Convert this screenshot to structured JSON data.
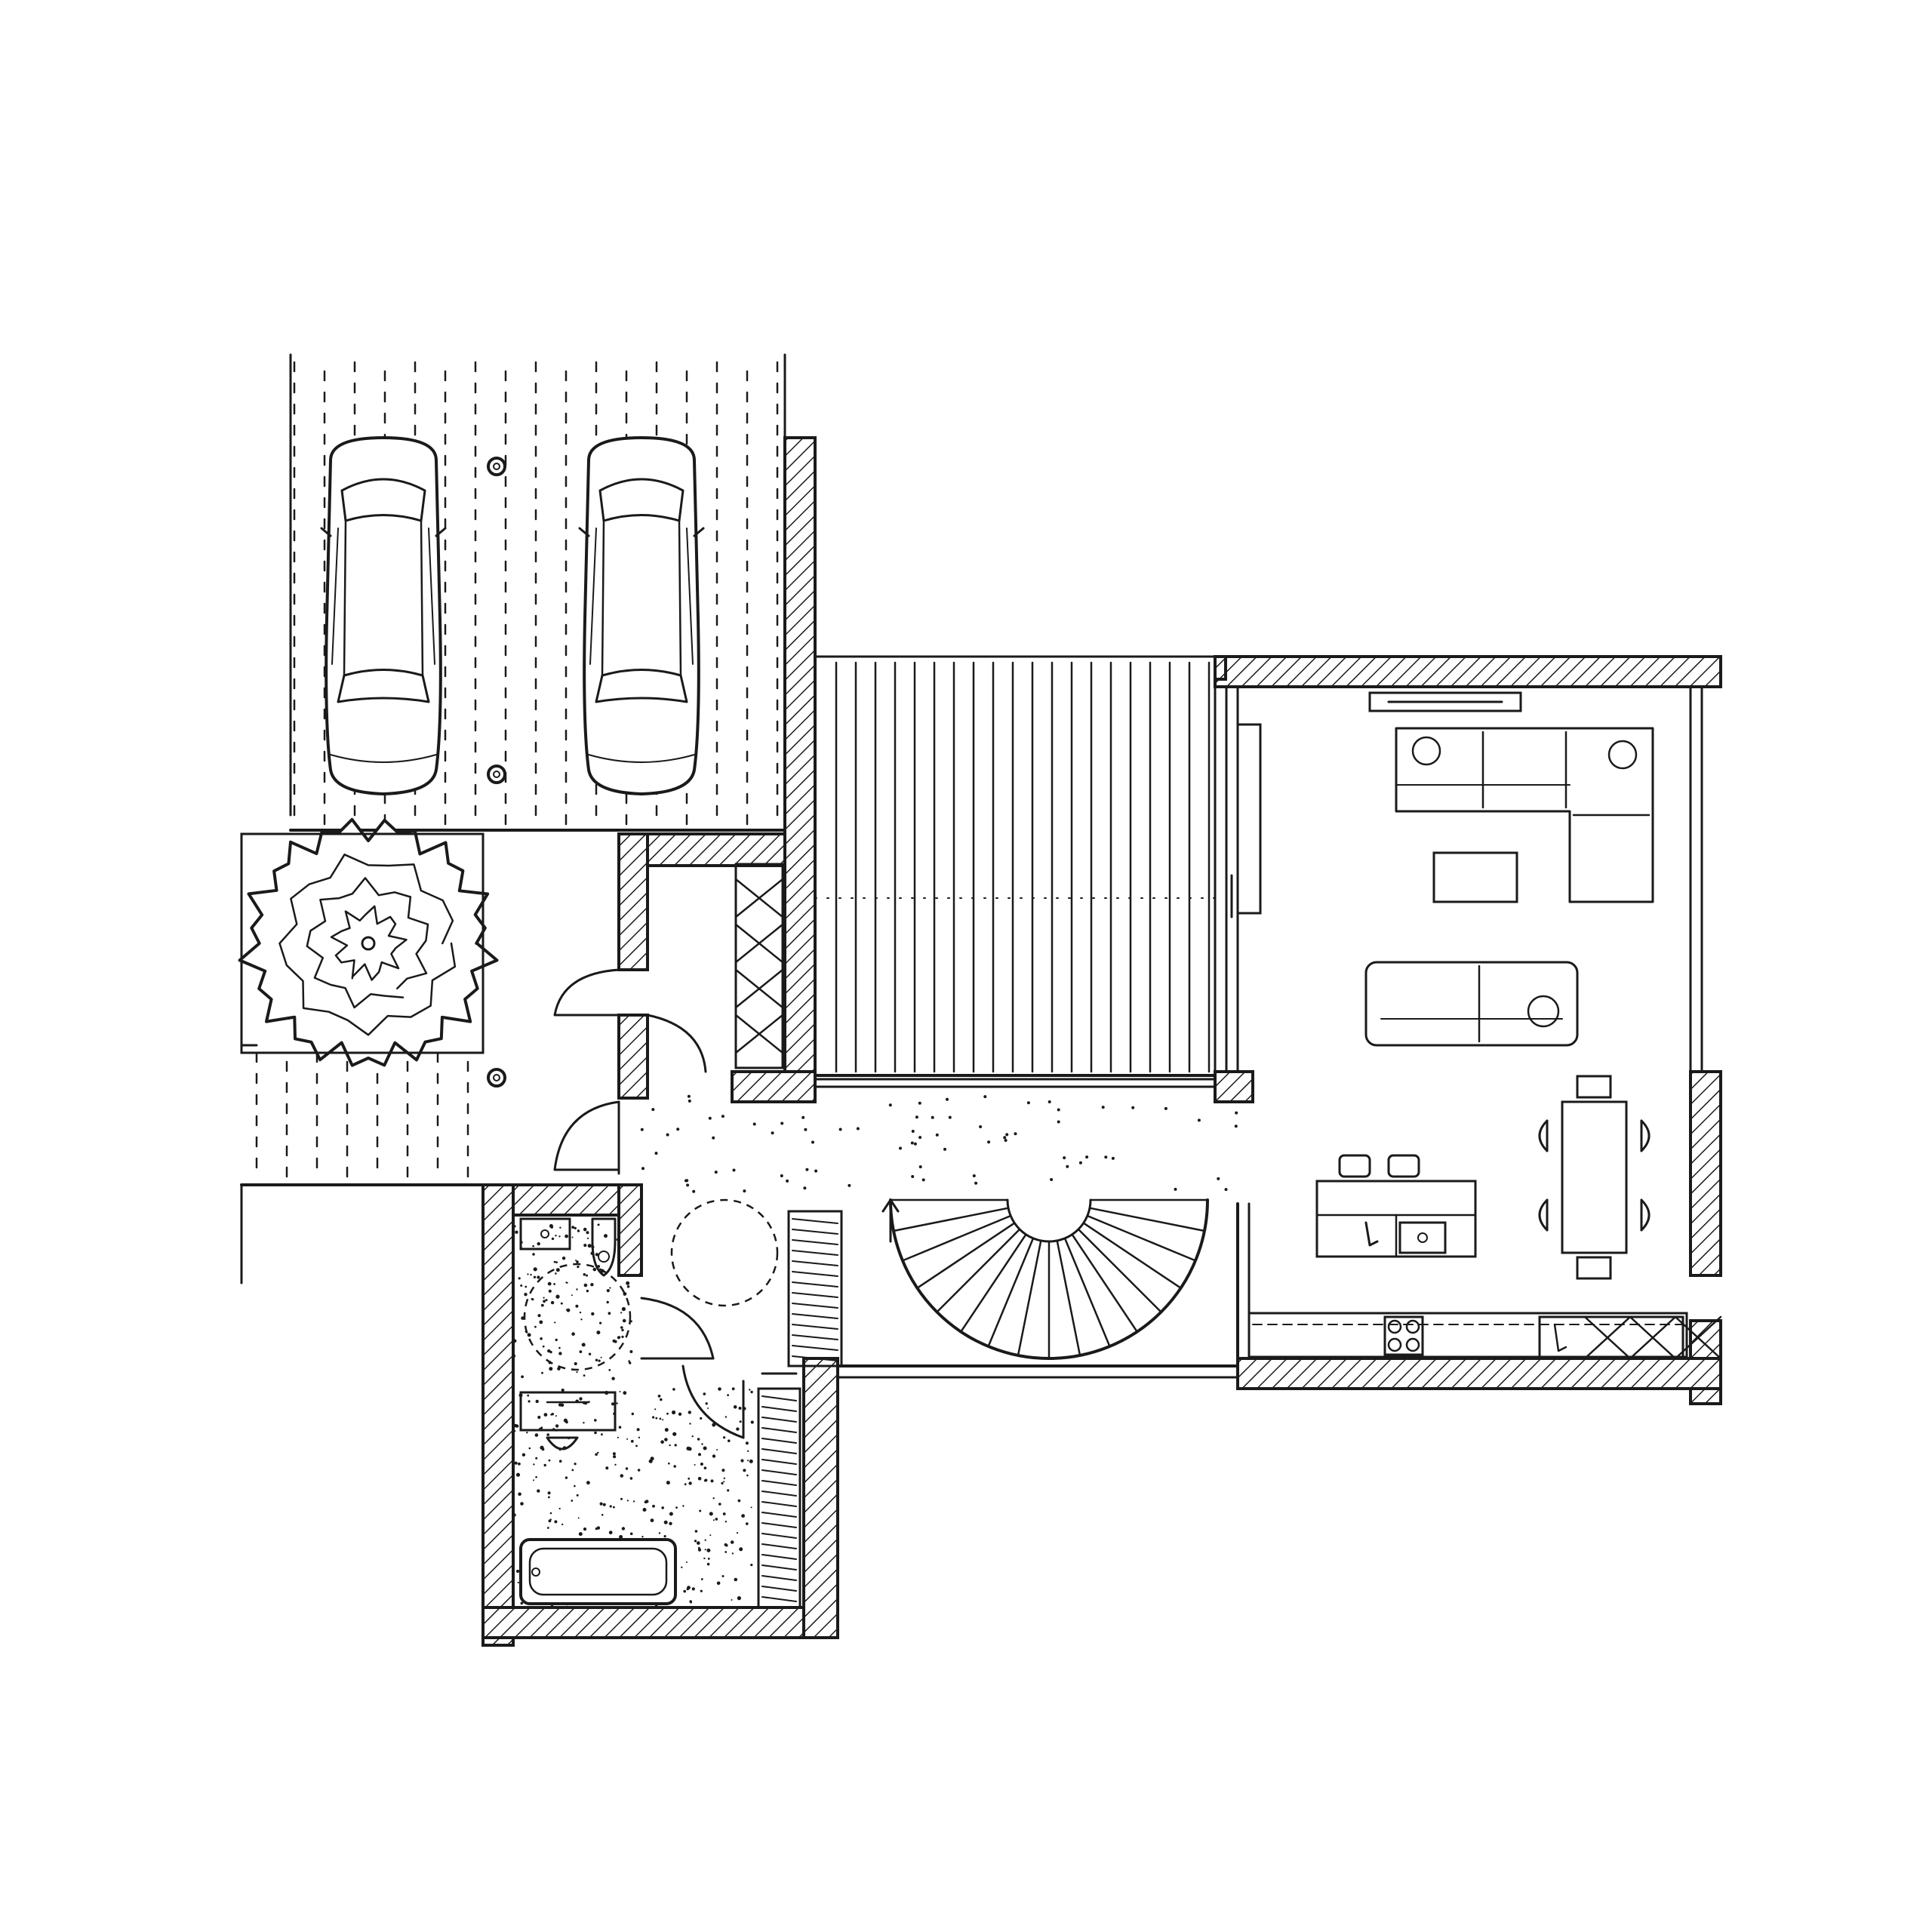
{
  "drawing": {
    "kind": "architectural-floor-plan-sketch",
    "style": "hand-drawn ink",
    "ink_color": "#1a1a1a",
    "paper_color": "#ffffff",
    "hatch": "diagonal",
    "text_labels": []
  },
  "areas": {
    "carport": {
      "cars": 2,
      "surface": "gravel-dots"
    },
    "terrace": {
      "surface": "wood-decking"
    },
    "living": {
      "sofas": 2,
      "coffee_tables": 1,
      "tv_units": 1
    },
    "dining": {
      "tables": 1,
      "chairs": 6
    },
    "kitchen": {
      "island": 1,
      "bar_stools": 2,
      "sink": 1,
      "hob_burners": 4
    },
    "stair": {
      "type": "spiral"
    },
    "wc": {
      "toilet": 1,
      "washbasin": 1
    },
    "bathroom": {
      "bathtub": 1,
      "washbasin": 1,
      "toilet": 1
    },
    "garden": {
      "trees": 1
    }
  }
}
